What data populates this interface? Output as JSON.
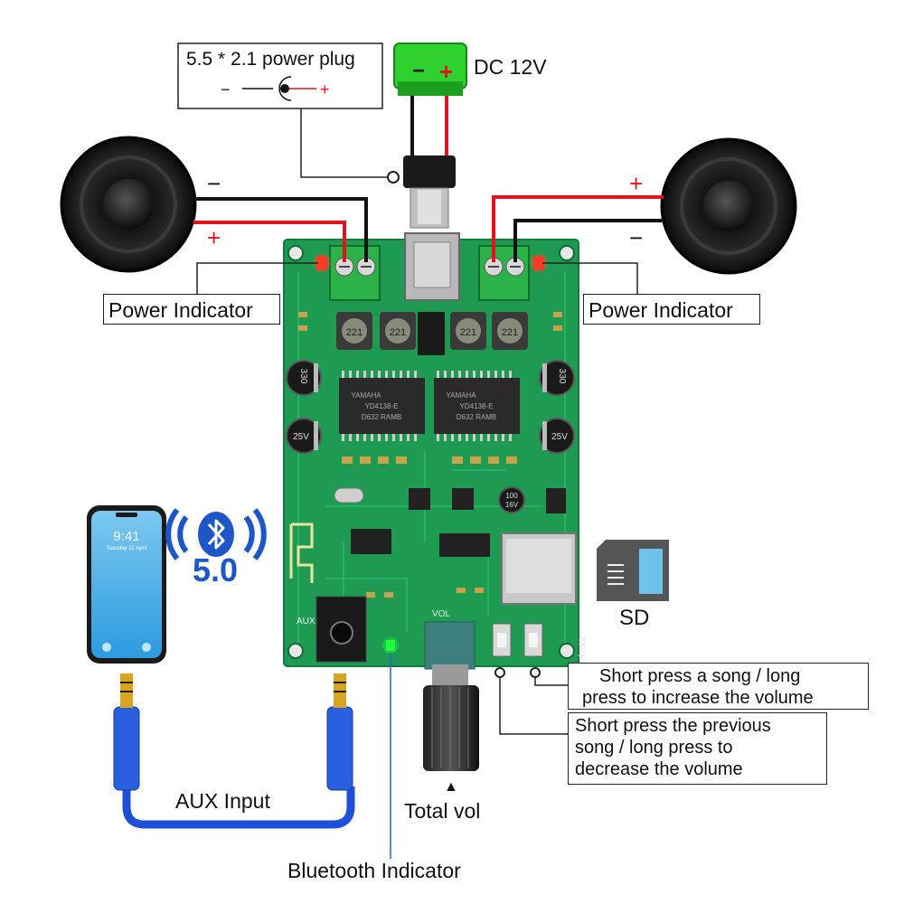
{
  "labels": {
    "power_plug": "5.5 * 2.1 power plug",
    "plug_minus": "−",
    "plug_plus": "+",
    "dc": "DC 12V",
    "jack_minus": "−",
    "jack_plus": "+",
    "left_minus": "−",
    "left_plus": "+",
    "right_plus": "+",
    "right_minus": "−",
    "power_indicator_left": "Power Indicator",
    "power_indicator_right": "Power Indicator",
    "bt_version": "5.0",
    "phone_time": "9:41",
    "phone_date": "Tuesday 12 April",
    "sd": "SD",
    "aux_input": "AUX Input",
    "total_vol": "Total vol",
    "vol_arrow": "▲",
    "bluetooth_indicator": "Bluetooth Indicator",
    "next_button_desc": [
      "Short press a song / long",
      "press to increase the volume"
    ],
    "prev_button_desc": [
      "Short press the previous",
      "song / long press to",
      "decrease the volume"
    ]
  },
  "board": {
    "chip_marking_1": "YAMAHA",
    "chip_marking_2": "YD4138-E",
    "chip_marking_3": "D632 RAMB",
    "inductor": "221",
    "capacitor": "330",
    "capacitor_voltage": "25V",
    "capacitor_small": "100",
    "capacitor_small_voltage": "16V",
    "aux_silk": "AUX",
    "vol_silk": "VOL",
    "tf_silk": "TF-卡"
  },
  "colors": {
    "pcb": "#1f9a52",
    "pcb_dark": "#137a3d",
    "wire_red": "#e0141c",
    "wire_black": "#111111",
    "cable_blue": "#1d4fd8",
    "led_red": "#ff3020",
    "led_green": "#21ff3a",
    "dc_jack": "#2fd12f",
    "bt_blue": "#1e56c8"
  }
}
